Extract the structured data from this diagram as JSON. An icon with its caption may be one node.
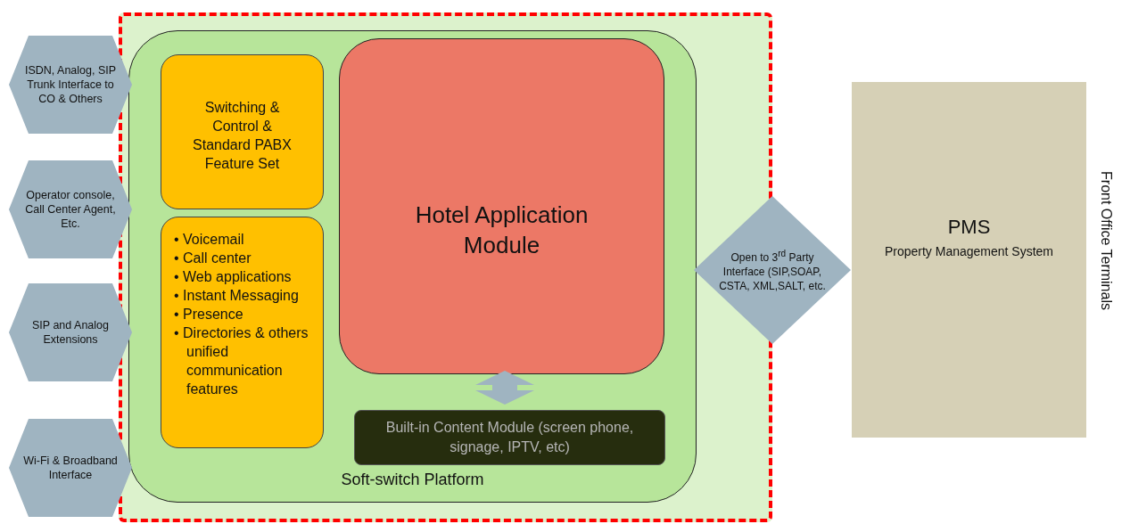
{
  "diagram": {
    "nodes": [
      {
        "text": [],
        "shape": "box"
      },
      {
        "text": [
          "Soft-switch Platform"
        ],
        "in": 0
      },
      {
        "text": [
          "Switching & Control & Standard PABX Feature Set"
        ],
        "in": 1
      },
      {
        "text": [
          "• Voicemail",
          "• Call center",
          "• Web applications",
          "• Instant Messaging",
          "• Presence",
          "• Directories & others unified communication features"
        ],
        "in": 1
      },
      {
        "text": [
          "Hotel Application Module"
        ],
        "in": 1
      },
      {
        "text": [
          "Built-in Content Module (screen phone, signage,  IPTV,  etc)"
        ],
        "in": 1
      },
      {
        "text": [
          "ISDN, Analog, SIP Trunk Interface to CO & Others"
        ]
      },
      {
        "text": [
          "Operator console, Call Center Agent, Etc."
        ]
      },
      {
        "text": [
          "SIP and Analog Extensions"
        ]
      },
      {
        "text": [
          "Wi-Fi & Broadband Interface"
        ]
      },
      {
        "text": [
          "Open to 3$^{rd}$ Party Interface (SIP,SOAP, CSTA, XML,SALT, etc."
        ]
      },
      {
        "text": [
          "PMS",
          "Property Management System"
        ]
      }
    ],
    "edges": [
      {
        "from": 5,
        "to": 4,
        "arrow": "both"
      }
    ],
    "labels": [
      "Front Office Terminals"
    ]
  }
}
